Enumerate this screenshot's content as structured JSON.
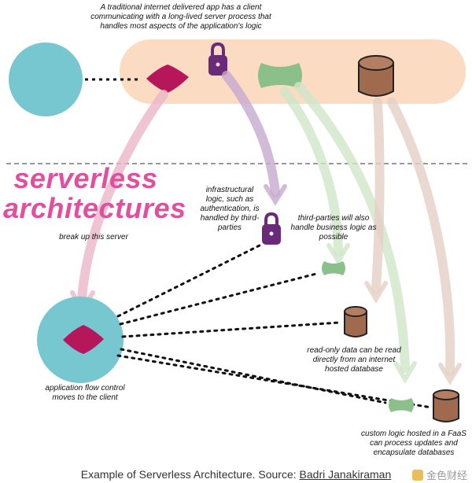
{
  "title": "serverless architectures",
  "notes": {
    "traditional": "A traditional internet delivered app has a client communicating with a long-lived server process that handles most aspects of the application's logic",
    "break_up": "break up this server",
    "infrastructural": "infrastructural logic, such as authentication, is handled by third-parties",
    "third_parties": "third-parties will also handle business logic as possible",
    "read_only": "read-only data can be read directly from an internet hosted database",
    "app_flow": "application flow control moves to the client",
    "custom_logic": "custom logic hosted in a FaaS can process updates and encapsulate databases"
  },
  "caption": {
    "prefix": "Example of Serverless Architecture. Source: ",
    "link": "Badri Janakiraman"
  },
  "watermark": "金色财经",
  "colors": {
    "client": "#76c7d0",
    "server_band": "#fbdcc2",
    "logic_diamond": "#b5175a",
    "lock": "#6a2a7a",
    "bone": "#8cc08a",
    "database": "#a06a4f",
    "headline": "#e0509e",
    "arrow_pink": "#ebb5c8",
    "arrow_purple": "#c7a9cf",
    "arrow_green": "#cfe6c8",
    "arrow_tan": "#e3cfc5"
  },
  "icons": [
    "client-circle",
    "logic-diamond-icon",
    "lock-icon",
    "bone-icon",
    "database-icon"
  ]
}
